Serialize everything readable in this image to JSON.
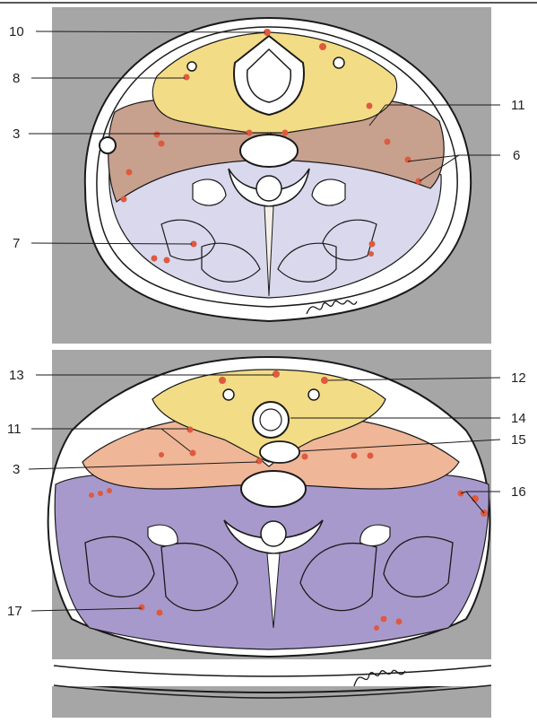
{
  "colors": {
    "panel_bg": "#a6a6a6",
    "superficial_yellow": "#f3dc86",
    "mid_brown": "#c8a08e",
    "mid_peach": "#efb697",
    "deep_lavender": "#d9d8ec",
    "deep_violet": "#a899cc",
    "node_red": "#de5a3f",
    "outline": "#1a1a1a"
  },
  "top_panel": {
    "labels": [
      {
        "id": "10",
        "text": "10",
        "side": "left"
      },
      {
        "id": "8",
        "text": "8",
        "side": "left"
      },
      {
        "id": "3",
        "text": "3",
        "side": "left"
      },
      {
        "id": "7",
        "text": "7",
        "side": "left"
      },
      {
        "id": "11",
        "text": "11",
        "side": "right"
      },
      {
        "id": "6",
        "text": "6",
        "side": "right"
      }
    ]
  },
  "bottom_panel": {
    "labels": [
      {
        "id": "13",
        "text": "13",
        "side": "left"
      },
      {
        "id": "11b",
        "text": "11",
        "side": "left"
      },
      {
        "id": "3b",
        "text": "3",
        "side": "left"
      },
      {
        "id": "17",
        "text": "17",
        "side": "left"
      },
      {
        "id": "12",
        "text": "12",
        "side": "right"
      },
      {
        "id": "14",
        "text": "14",
        "side": "right"
      },
      {
        "id": "15",
        "text": "15",
        "side": "right"
      },
      {
        "id": "16",
        "text": "16",
        "side": "right"
      }
    ]
  }
}
